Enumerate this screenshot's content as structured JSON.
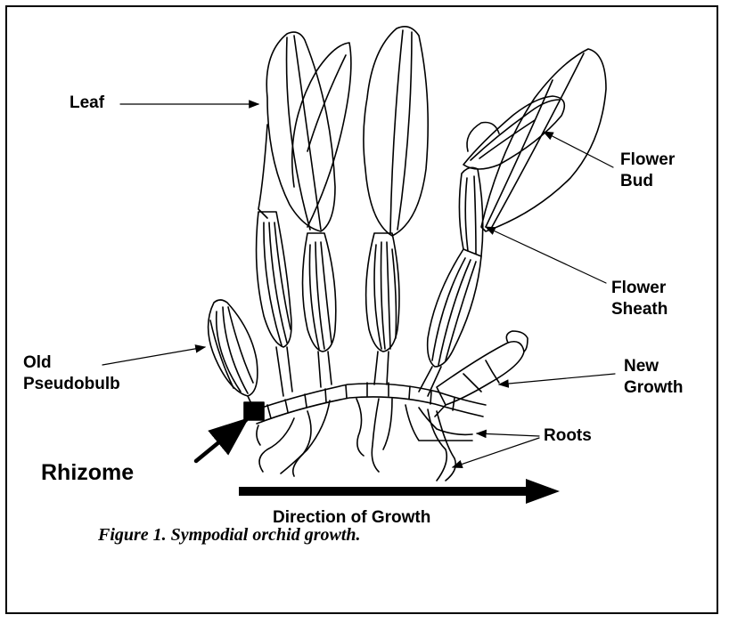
{
  "labels": {
    "leaf": "Leaf",
    "flower_bud": [
      "Flower",
      "Bud"
    ],
    "flower_sheath": [
      "Flower",
      "Sheath"
    ],
    "old_pseudobulb": [
      "Old",
      "Pseudobulb"
    ],
    "new_growth": [
      "New",
      "Growth"
    ],
    "roots": "Roots",
    "rhizome": "Rhizome",
    "direction": "Direction of Growth"
  },
  "caption": "Figure 1.  Sympodial orchid growth.",
  "colors": {
    "ink": "#000000",
    "background": "#ffffff"
  }
}
